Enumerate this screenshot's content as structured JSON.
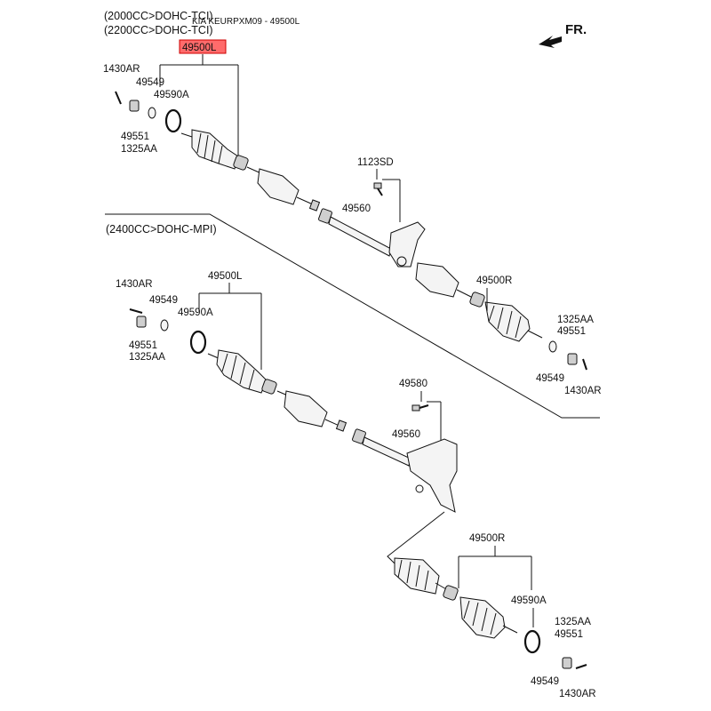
{
  "colors": {
    "highlight": "#ff6b6b",
    "line": "#111111"
  },
  "header": {
    "engine_a": "(2000CC>DOHC-TCI)",
    "engine_b": "(2200CC>DOHC-TCI)",
    "overlay_caption": "KIA KEURPXM09 - 49500L",
    "direction": "FR.",
    "direction_icon": "arrow-icon"
  },
  "upper": {
    "highlighted_part": "49500L",
    "labels": {
      "clip": "1430AR",
      "washer": "49549",
      "dust_ring": "49590A",
      "nut": "49551",
      "nut_alt": "1325AA",
      "bolt": "1123SD",
      "inner_shaft": "49560",
      "right_shaft": "49500R",
      "r_nut_alt": "1325AA",
      "r_nut": "49551",
      "r_washer": "49549",
      "r_clip": "1430AR"
    }
  },
  "lower": {
    "engine": "(2400CC>DOHC-MPI)",
    "labels": {
      "left_shaft": "49500L",
      "clip": "1430AR",
      "washer": "49549",
      "dust_ring": "49590A",
      "nut": "49551",
      "nut_alt": "1325AA",
      "bracket_bolt": "49580",
      "inner_shaft": "49560",
      "right_shaft": "49500R",
      "r_dust_ring": "49590A",
      "r_nut_alt": "1325AA",
      "r_nut": "49551",
      "r_washer": "49549",
      "r_clip": "1430AR"
    }
  }
}
